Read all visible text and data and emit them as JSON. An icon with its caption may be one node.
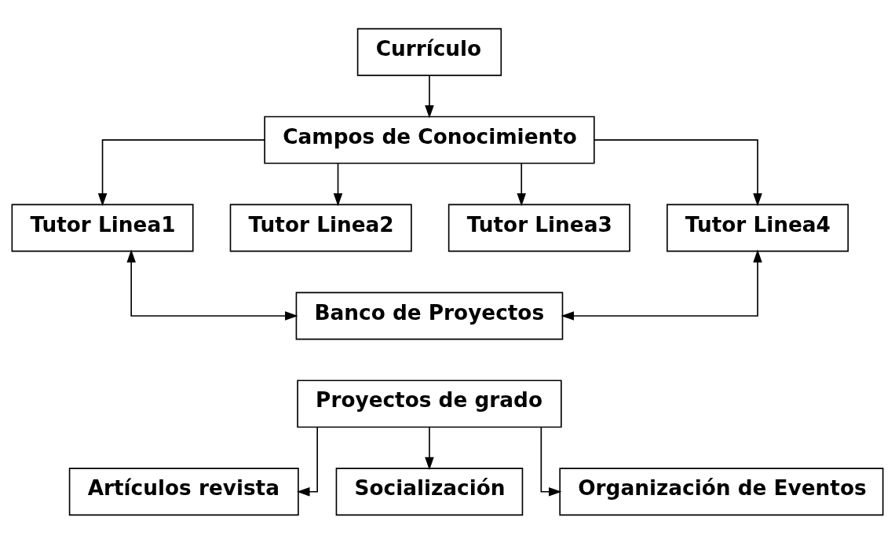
{
  "diagram": {
    "nodes": [
      {
        "text": [
          "Currículo"
        ]
      },
      {
        "text": [
          "Campos de Conocimiento"
        ]
      },
      {
        "text": [
          "Tutor Linea1"
        ]
      },
      {
        "text": [
          "Tutor Linea2"
        ]
      },
      {
        "text": [
          "Tutor Linea3"
        ]
      },
      {
        "text": [
          "Tutor Linea4"
        ]
      },
      {
        "text": [
          "Banco de Proyectos"
        ]
      },
      {
        "text": [
          "Proyectos de grado"
        ]
      },
      {
        "text": [
          "Artículos revista"
        ]
      },
      {
        "text": [
          "Socialización"
        ]
      },
      {
        "text": [
          "Organización de Eventos"
        ]
      }
    ],
    "edges": [
      {
        "from": 0,
        "to": 1,
        "arrow": "to"
      },
      {
        "from": 1,
        "to": 2,
        "arrow": "to"
      },
      {
        "from": 1,
        "to": 3,
        "arrow": "to"
      },
      {
        "from": 1,
        "to": 4,
        "arrow": "to"
      },
      {
        "from": 1,
        "to": 5,
        "arrow": "to"
      },
      {
        "from": 2,
        "to": 6,
        "arrow": "both"
      },
      {
        "from": 5,
        "to": 6,
        "arrow": "both"
      },
      {
        "from": 7,
        "to": 8,
        "arrow": "to"
      },
      {
        "from": 7,
        "to": 9,
        "arrow": "to"
      },
      {
        "from": 7,
        "to": 10,
        "arrow": "to"
      }
    ]
  }
}
